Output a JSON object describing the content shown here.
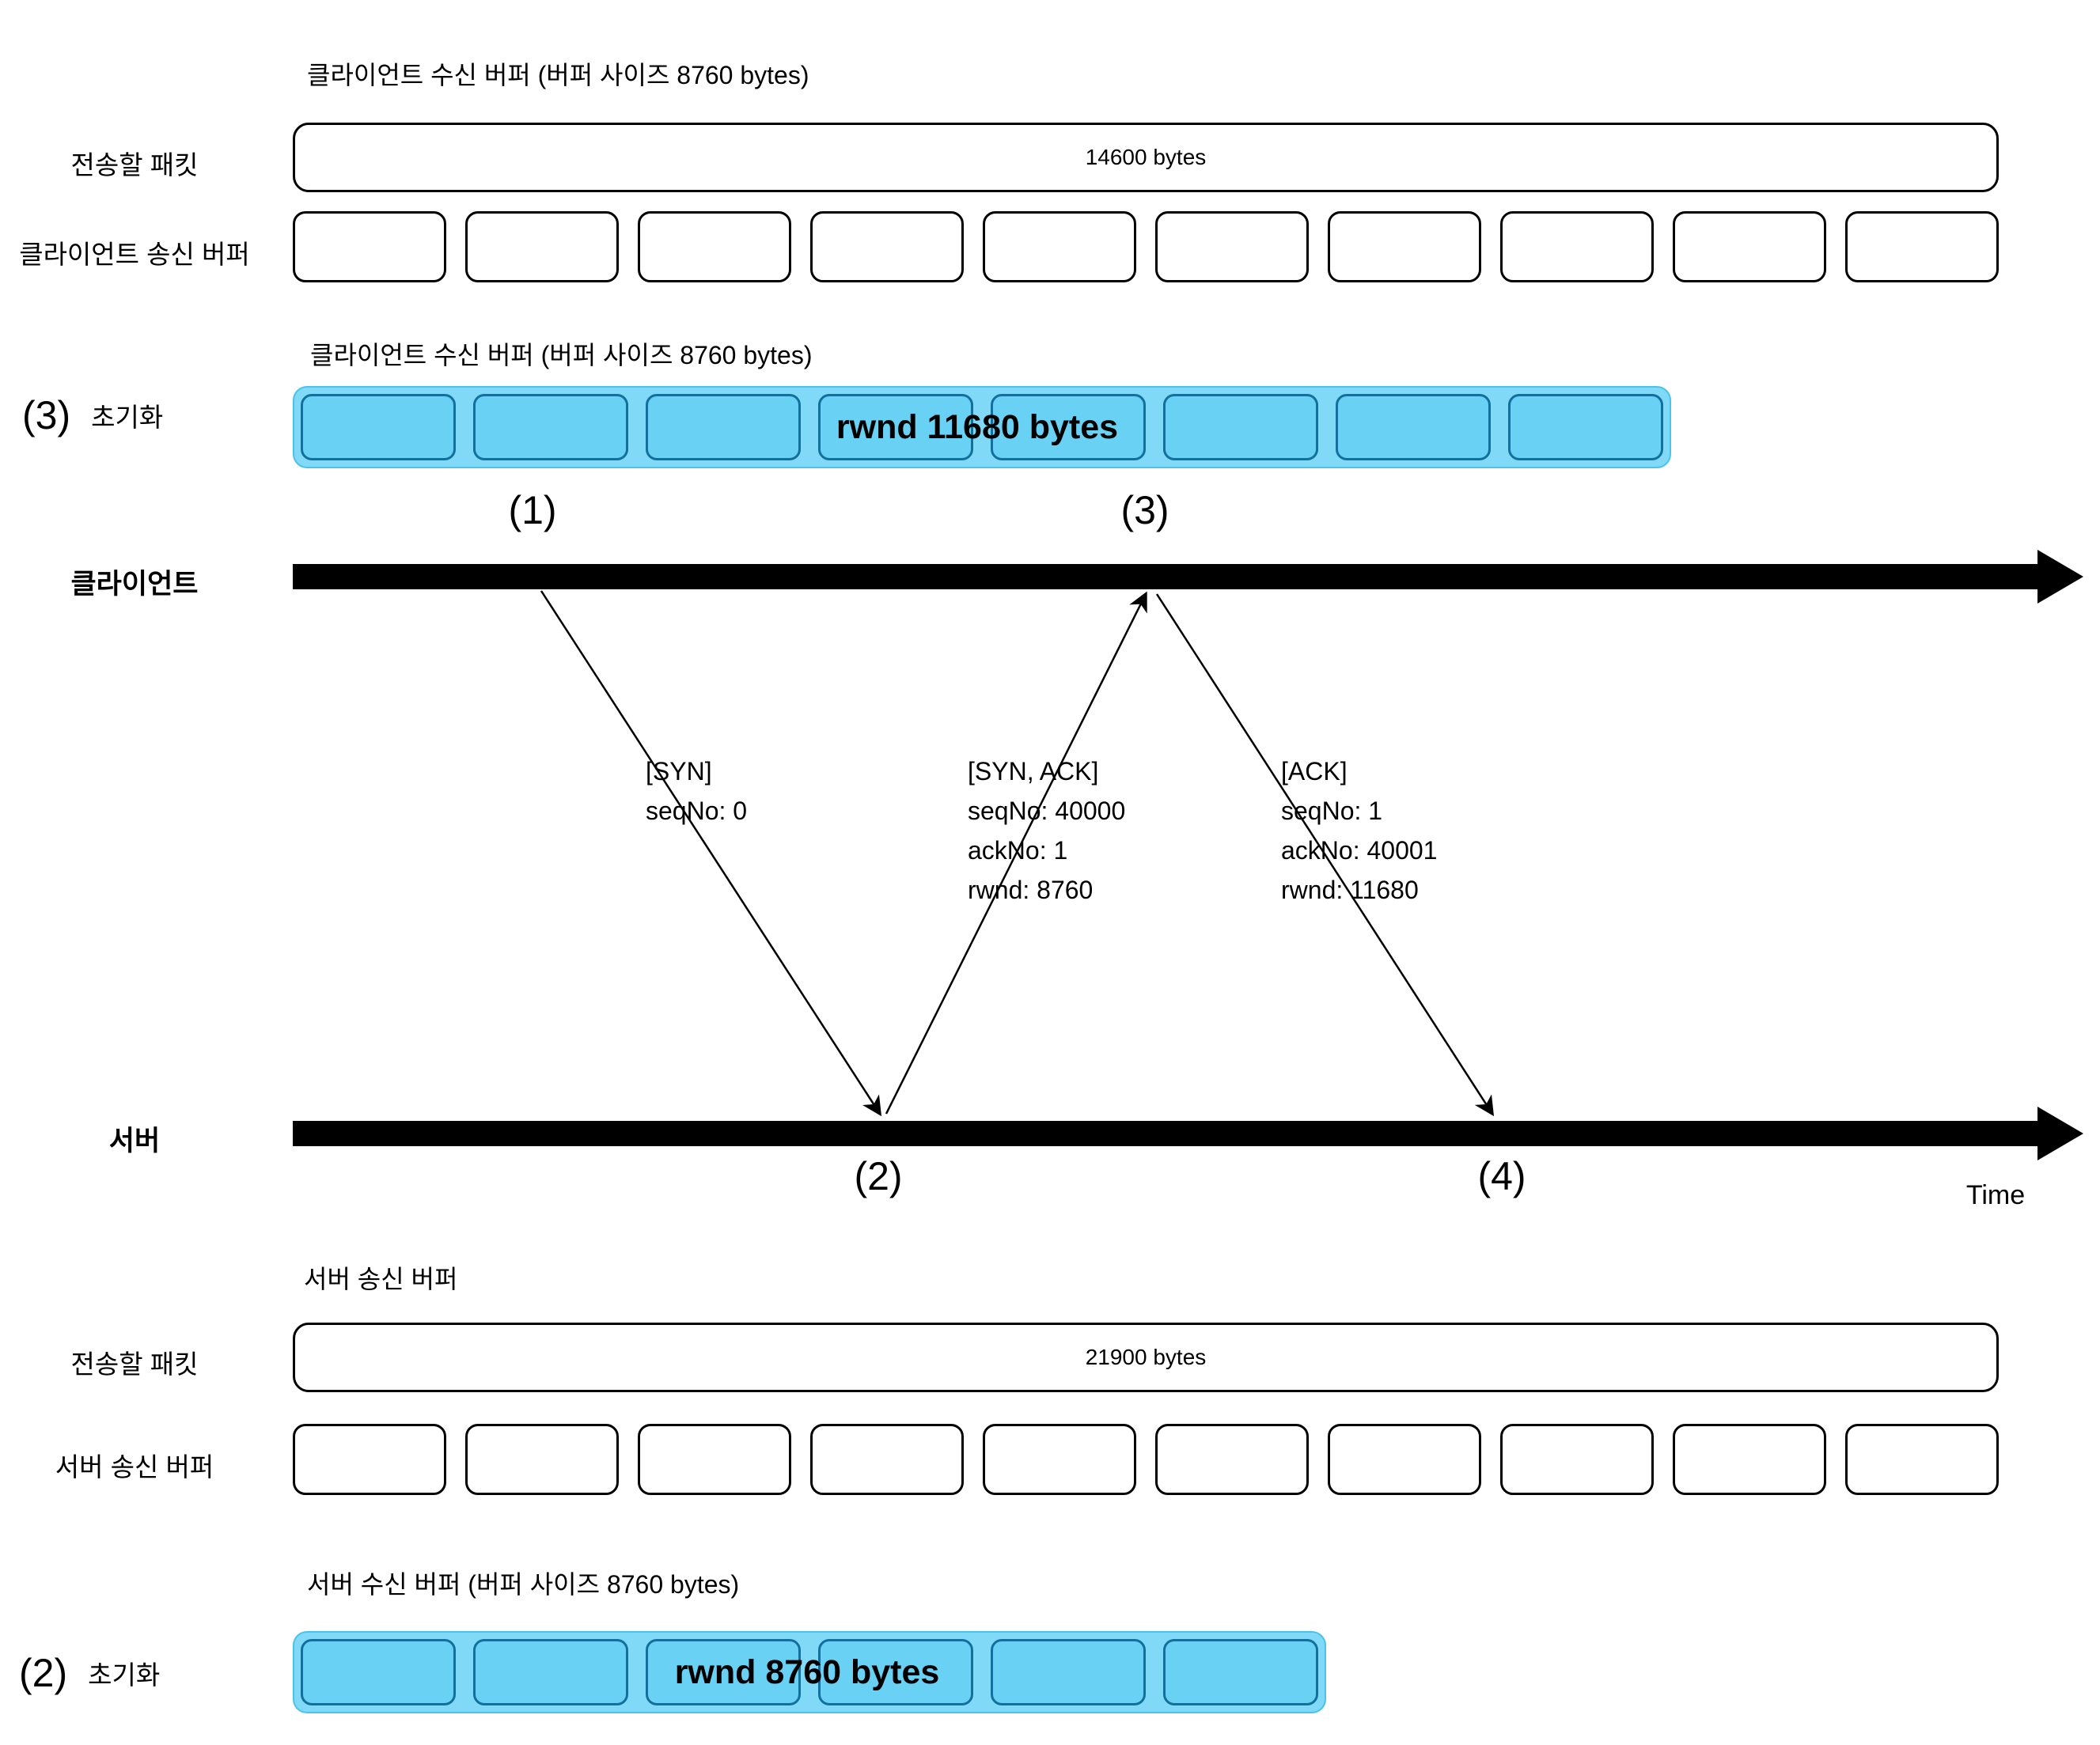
{
  "colors": {
    "buffer_fill": "#69D1F4",
    "buffer_border": "#136F9C",
    "buffer_container_bg": "#7FD9F7",
    "buffer_container_edge": "#4AC2EA",
    "line_color": "#000000"
  },
  "client": {
    "recv_buffer_header_top": "클라이언트 수신 버퍼 (버퍼 사이즈 8760 bytes)",
    "packets_to_send_label": "전송할 패킷",
    "packets_to_send_size": "14600 bytes",
    "send_buffer_label": "클라이언트 송신 버퍼",
    "send_buffer_slot_count": 10,
    "recv_buffer_header": "클라이언트 수신 버퍼 (버퍼 사이즈 8760 bytes)",
    "init_step_no": "(3)",
    "init_label": "초기화",
    "rwnd_label": "rwnd 11680 bytes",
    "recv_buffer_slot_count": 8
  },
  "timeline": {
    "client_label": "클라이언트",
    "server_label": "서버",
    "time_label": "Time",
    "marker_1": "(1)",
    "marker_2": "(2)",
    "marker_3": "(3)",
    "marker_4": "(4)",
    "messages": [
      {
        "name": "syn",
        "lines": [
          "[SYN]",
          "seqNo: 0"
        ]
      },
      {
        "name": "syn-ack",
        "lines": [
          "[SYN, ACK]",
          "seqNo: 40000",
          "ackNo: 1",
          "rwnd: 8760"
        ]
      },
      {
        "name": "ack",
        "lines": [
          "[ACK]",
          "seqNo: 1",
          "ackNo: 40001",
          "rwnd: 11680"
        ]
      }
    ]
  },
  "server": {
    "send_buffer_header": "서버 송신 버퍼",
    "packets_to_send_label": "전송할 패킷",
    "packets_to_send_size": "21900 bytes",
    "send_buffer_label": "서버 송신 버퍼",
    "send_buffer_slot_count": 10,
    "recv_buffer_header": "서버 수신 버퍼 (버퍼 사이즈 8760 bytes)",
    "init_step_no": "(2)",
    "init_label": "초기화",
    "rwnd_label": "rwnd 8760 bytes",
    "recv_buffer_slot_count": 6
  }
}
